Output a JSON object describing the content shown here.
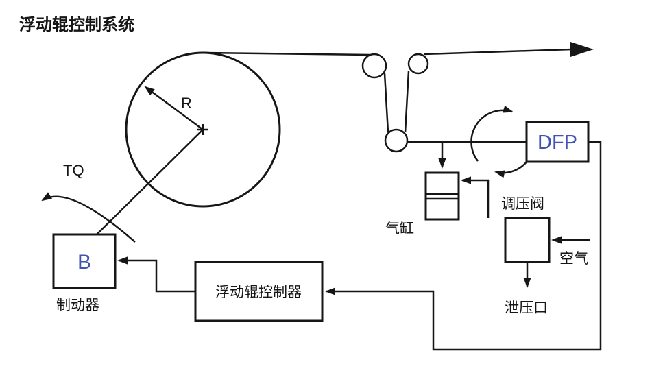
{
  "diagram": {
    "title": "浮动辊控制系统",
    "roll": {
      "radius_label": "R",
      "torque_label": "TQ"
    },
    "brake": {
      "symbol": "B",
      "label": "制动器"
    },
    "dfp": {
      "label": "DFP"
    },
    "cylinder": {
      "label": "气缸"
    },
    "valve": {
      "label": "调压阀",
      "air_in_label": "空气",
      "relief_label": "泄压口"
    },
    "controller": {
      "label": "浮动辊控制器"
    }
  },
  "colors": {
    "line": "#161616",
    "accent_blue": "#4053b4",
    "background": "#ffffff"
  }
}
